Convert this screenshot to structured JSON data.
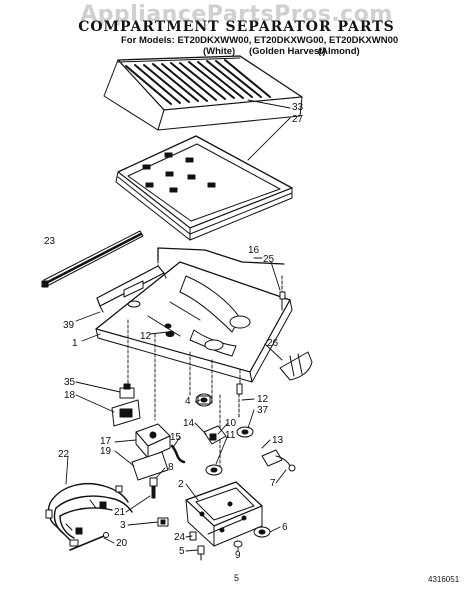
{
  "watermark": "AppliancePartsPros.com",
  "header": {
    "title": "COMPARTMENT SEPARATOR PARTS",
    "models": "For Models: ET20DKXWW00, ET20DKXWG00, ET20DKXWN00",
    "finish_white": "(White)",
    "finish_golden": "(Golden Harvest)",
    "finish_almond": "(Almond)"
  },
  "callouts": {
    "c33": "33",
    "c27": "27",
    "c23": "23",
    "c16": "16",
    "c25": "25",
    "c39": "39",
    "c12a": "12",
    "c1": "1",
    "c26": "26",
    "c35": "35",
    "c18": "18",
    "c12b": "12",
    "c37": "37",
    "c4": "4",
    "c14": "14",
    "c10": "10",
    "c11": "11",
    "c13": "13",
    "c17": "17",
    "c15": "15",
    "c19": "19",
    "c8": "8",
    "c22": "22",
    "c7": "7",
    "c2": "2",
    "c21": "21",
    "c3": "3",
    "c6": "6",
    "c20": "20",
    "c24": "24",
    "c5": "5",
    "c9": "9"
  },
  "footer": {
    "page_number": "5",
    "document_number": "4316051"
  }
}
